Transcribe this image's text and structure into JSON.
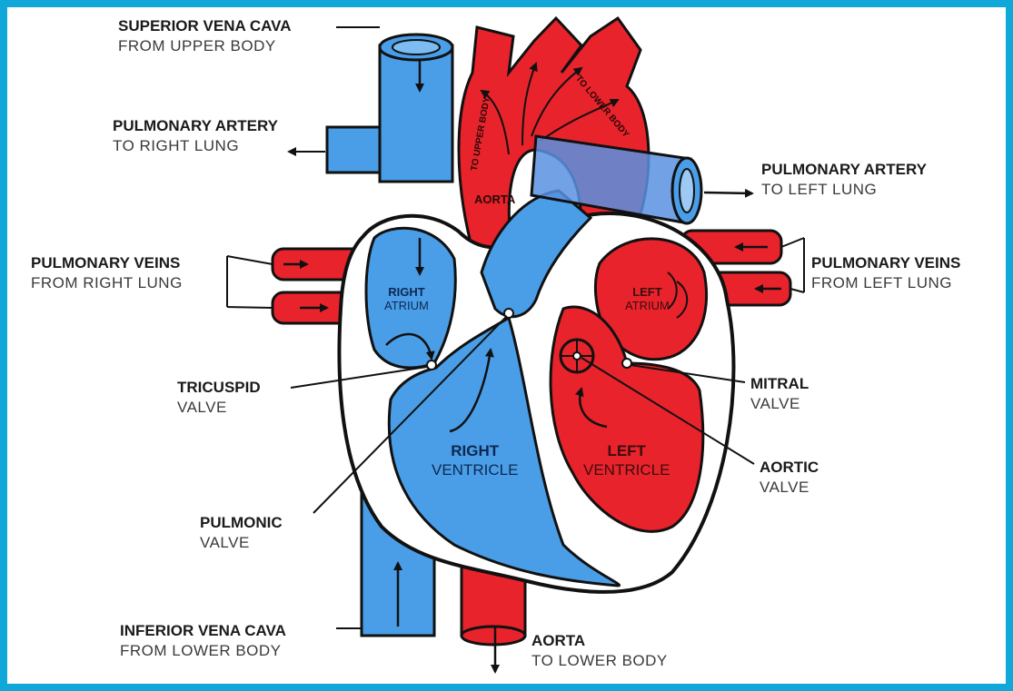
{
  "colors": {
    "border": "#10a8d8",
    "oxygen_poor_blue": "#4a9ee8",
    "oxygen_rich_red": "#e8232b",
    "outline": "#111111",
    "background": "#ffffff"
  },
  "labels": {
    "superior_vena_cava": {
      "title": "SUPERIOR VENA CAVA",
      "sub": "FROM UPPER BODY"
    },
    "pulmonary_artery_right": {
      "title": "PULMONARY ARTERY",
      "sub": "TO RIGHT LUNG"
    },
    "pulmonary_veins_right": {
      "title": "PULMONARY VEINS",
      "sub": "FROM RIGHT LUNG"
    },
    "tricuspid_valve": {
      "title": "TRICUSPID",
      "sub": "VALVE"
    },
    "pulmonic_valve": {
      "title": "PULMONIC",
      "sub": "VALVE"
    },
    "inferior_vena_cava": {
      "title": "INFERIOR VENA CAVA",
      "sub": "FROM LOWER BODY"
    },
    "aorta_lower": {
      "title": "AORTA",
      "sub": "TO LOWER BODY"
    },
    "pulmonary_artery_left": {
      "title": "PULMONARY ARTERY",
      "sub": "TO LEFT LUNG"
    },
    "pulmonary_veins_left": {
      "title": "PULMONARY VEINS",
      "sub": "FROM LEFT LUNG"
    },
    "mitral_valve": {
      "title": "MITRAL",
      "sub": "VALVE"
    },
    "aortic_valve": {
      "title": "AORTIC",
      "sub": "VALVE"
    }
  },
  "inner_labels": {
    "right_atrium": {
      "line1": "RIGHT",
      "line2": "ATRIUM"
    },
    "left_atrium": {
      "line1": "LEFT",
      "line2": "ATRIUM"
    },
    "right_ventricle": {
      "line1": "RIGHT",
      "line2": "VENTRICLE"
    },
    "left_ventricle": {
      "line1": "LEFT",
      "line2": "VENTRICLE"
    },
    "aorta": "AORTA",
    "to_upper_body": "TO UPPER BODY",
    "to_lower_body": "TO LOWER BODY"
  }
}
